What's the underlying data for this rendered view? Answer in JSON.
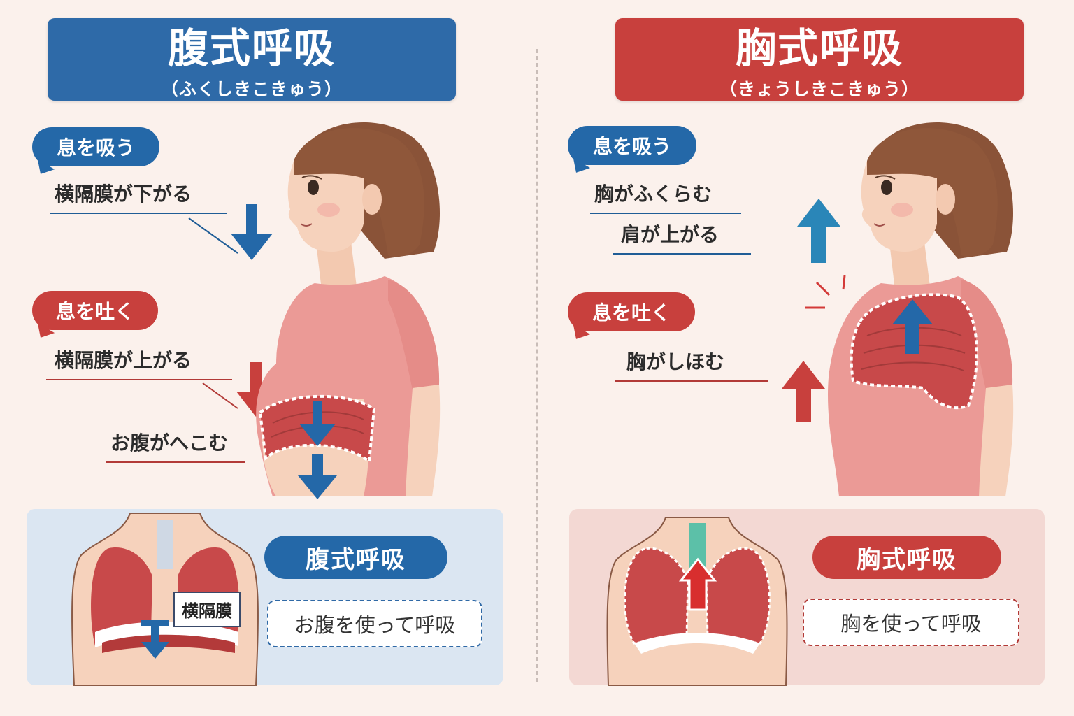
{
  "left": {
    "title": "腹式呼吸",
    "subtitle": "（ふくしきこきゅう）",
    "inhale_pill": "息を吸う",
    "inhale_label": "横隔膜が下がる",
    "exhale_pill": "息を吐く",
    "exhale_label": "横隔膜が上がる",
    "belly_label": "お腹がへこむ",
    "panel_title": "腹式呼吸",
    "panel_tag": "横隔膜",
    "panel_bubble": "お腹を使って呼吸"
  },
  "right": {
    "title": "胸式呼吸",
    "subtitle": "（きょうしきこきゅう）",
    "inhale_pill": "息を吸う",
    "inhale_label_1": "胸がふくらむ",
    "inhale_label_2": "肩が上がる",
    "exhale_pill": "息を吐く",
    "exhale_label": "胸がしほむ",
    "panel_title": "胸式呼吸",
    "panel_bubble": "胸を使って呼吸"
  },
  "colors": {
    "blue": "#2468a8",
    "red": "#c8403d",
    "shirt": "#eb9a96",
    "skin": "#f6d2bc",
    "hair": "#8a5338",
    "lung": "#c8494a"
  },
  "icons": [
    "arrow-down-icon",
    "arrow-up-icon",
    "woman-profile-illustration",
    "lungs-diagram",
    "diaphragm-highlight"
  ]
}
